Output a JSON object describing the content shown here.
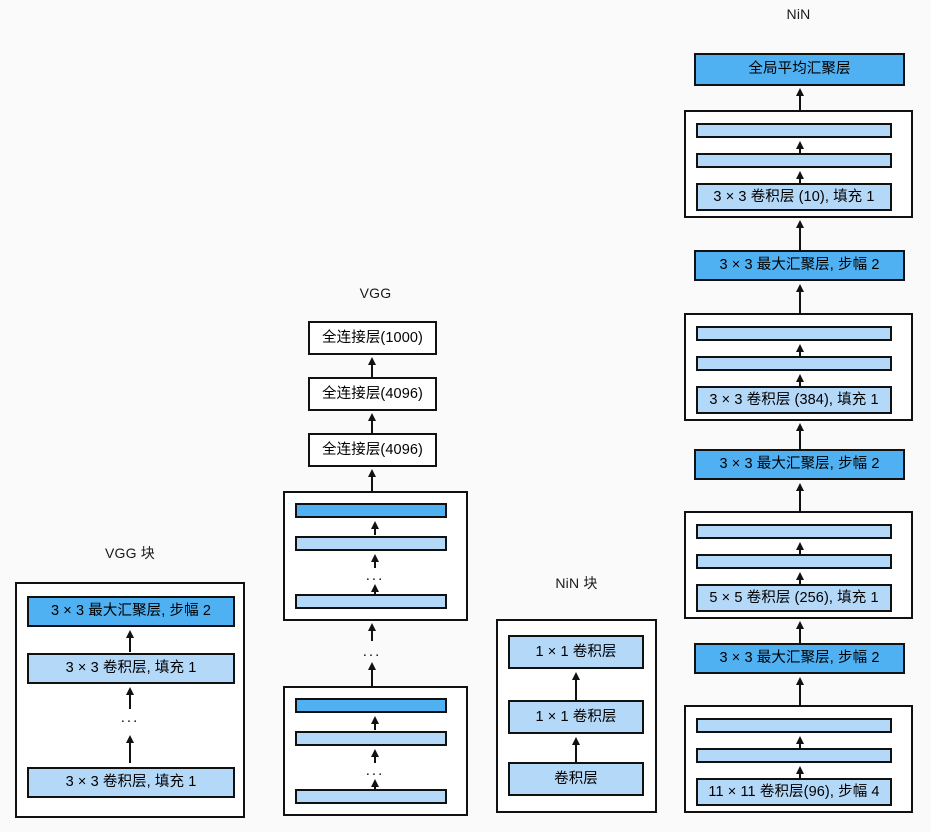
{
  "diagram": {
    "title_vgg_block": "VGG 块",
    "title_vgg": "VGG",
    "title_nin_block": "NiN 块",
    "title_nin": "NiN",
    "ellipsis": "...",
    "colors": {
      "background": "#fafafa",
      "stroke": "#111111",
      "light_blue": "#b4d8f8",
      "dark_blue": "#4fb0f2",
      "white": "#ffffff"
    }
  },
  "vgg_block": {
    "layers": [
      {
        "label": "3 × 3 最大汇聚层, 步幅 2",
        "fill": "dark"
      },
      {
        "label": "3 × 3 卷积层, 填充 1",
        "fill": "light"
      },
      {
        "label": "3 × 3 卷积层, 填充 1",
        "fill": "light"
      }
    ]
  },
  "vgg": {
    "fc_layers": [
      {
        "label": "全连接层(1000)"
      },
      {
        "label": "全连接层(4096)"
      },
      {
        "label": "全连接层(4096)"
      }
    ],
    "blocks": [
      {
        "name": "vgg-block-upper"
      },
      {
        "name": "vgg-block-lower"
      }
    ]
  },
  "nin_block": {
    "layers": [
      {
        "label": "1 × 1 卷积层",
        "fill": "light"
      },
      {
        "label": "1 × 1 卷积层",
        "fill": "light"
      },
      {
        "label": "卷积层",
        "fill": "light"
      }
    ]
  },
  "nin": {
    "stages": [
      {
        "name": "global-average-pooling",
        "label": "全局平均汇聚层",
        "fill": "dark",
        "kind": "node"
      },
      {
        "name": "nin-block-4",
        "label": "3 × 3 卷积层 (10), 填充 1",
        "fill": "light",
        "kind": "block"
      },
      {
        "name": "max-pool-3",
        "label": "3 × 3 最大汇聚层, 步幅 2",
        "fill": "dark",
        "kind": "node"
      },
      {
        "name": "nin-block-3",
        "label": "3 × 3 卷积层 (384), 填充 1",
        "fill": "light",
        "kind": "block"
      },
      {
        "name": "max-pool-2",
        "label": "3 × 3 最大汇聚层, 步幅 2",
        "fill": "dark",
        "kind": "node"
      },
      {
        "name": "nin-block-2",
        "label": "5 × 5 卷积层 (256), 填充 1",
        "fill": "light",
        "kind": "block"
      },
      {
        "name": "max-pool-1",
        "label": "3 × 3 最大汇聚层, 步幅 2",
        "fill": "dark",
        "kind": "node"
      },
      {
        "name": "nin-block-1",
        "label": "11 × 11 卷积层(96), 步幅 4",
        "fill": "light",
        "kind": "block"
      }
    ]
  }
}
